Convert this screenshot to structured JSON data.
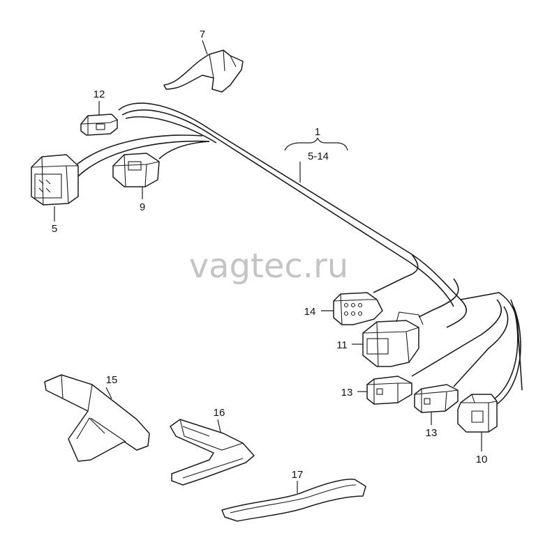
{
  "watermark": "vagtec.ru",
  "callouts": {
    "main": "1",
    "main_range": "5-14",
    "c5": "5",
    "c7": "7",
    "c9": "9",
    "c10": "10",
    "c11": "11",
    "c12": "12",
    "c13a": "13",
    "c13b": "13",
    "c14": "14",
    "c15": "15",
    "c16": "16",
    "c17": "17"
  }
}
